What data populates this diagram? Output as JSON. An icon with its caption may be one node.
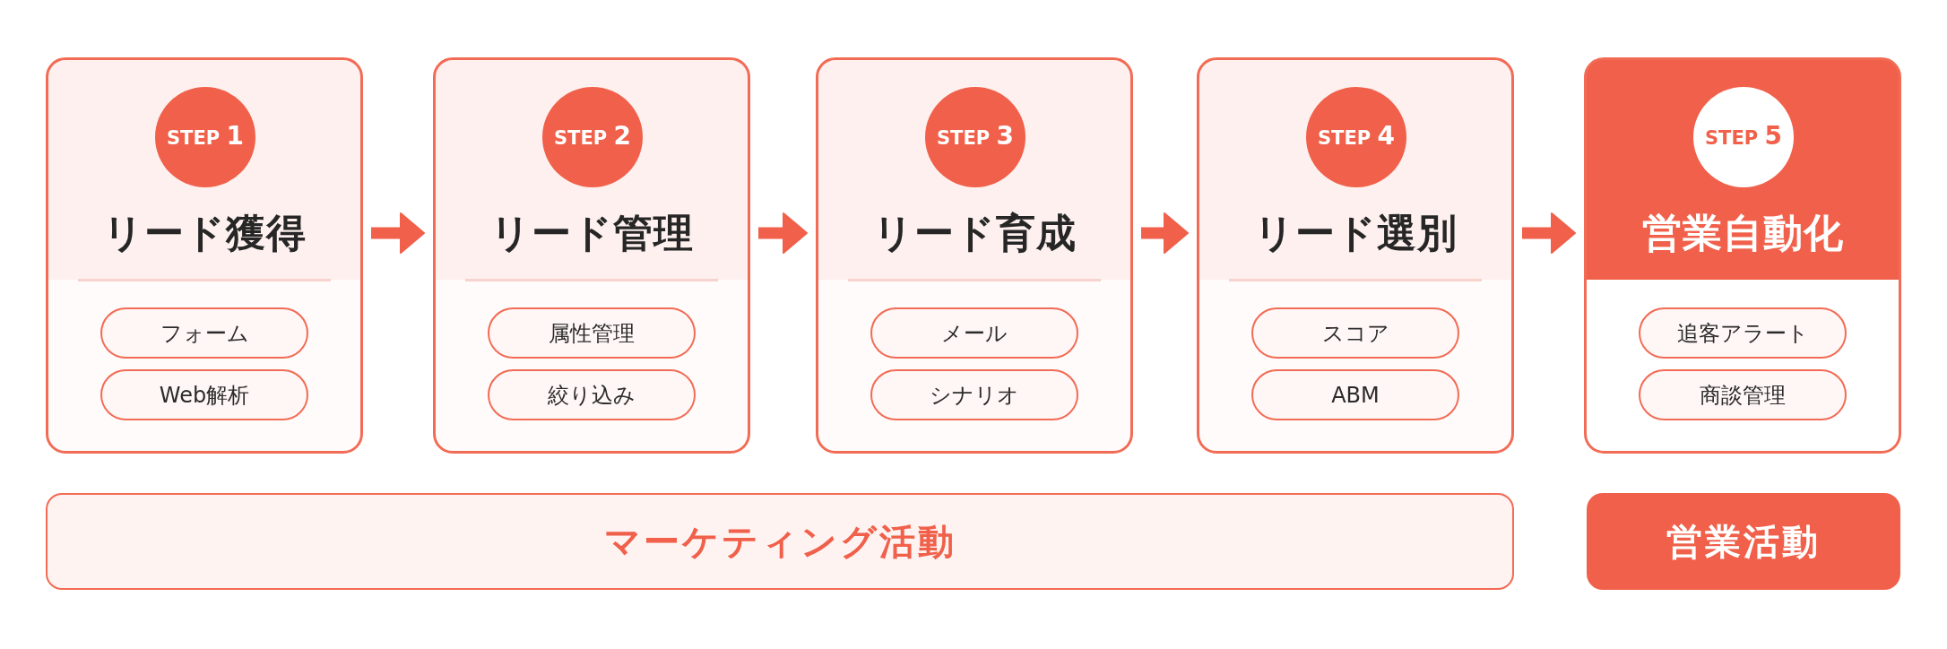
{
  "diagram": {
    "nodes": [
      {
        "text": [
          "リード獲得"
        ]
      },
      {
        "text": [
          "STEP 1"
        ],
        "in": 0
      },
      {
        "text": [
          "フォーム"
        ],
        "in": 0
      },
      {
        "text": [
          "Web解析"
        ],
        "in": 0
      },
      {
        "text": [
          "リード管理"
        ]
      },
      {
        "text": [
          "STEP 2"
        ],
        "in": 4
      },
      {
        "text": [
          "属性管理"
        ],
        "in": 4
      },
      {
        "text": [
          "絞り込み"
        ],
        "in": 4
      },
      {
        "text": [
          "リード育成"
        ]
      },
      {
        "text": [
          "STEP 3"
        ],
        "in": 8
      },
      {
        "text": [
          "メール"
        ],
        "in": 8
      },
      {
        "text": [
          "シナリオ"
        ],
        "in": 8
      },
      {
        "text": [
          "リード選別"
        ]
      },
      {
        "text": [
          "STEP 4"
        ],
        "in": 12
      },
      {
        "text": [
          "スコア"
        ],
        "in": 12
      },
      {
        "text": [
          "ABM"
        ],
        "in": 12
      },
      {
        "text": [
          "営業自動化"
        ]
      },
      {
        "text": [
          "STEP 5"
        ],
        "in": 16
      },
      {
        "text": [
          "追客アラート"
        ],
        "in": 16
      },
      {
        "text": [
          "商談管理"
        ],
        "in": 16
      },
      {
        "text": [
          "マーケティング活動"
        ]
      },
      {
        "text": [
          "営業活動"
        ]
      }
    ],
    "edges": [
      {
        "from": 0,
        "to": 4,
        "arrow": "to"
      },
      {
        "from": 4,
        "to": 8,
        "arrow": "to"
      },
      {
        "from": 8,
        "to": 12,
        "arrow": "to"
      },
      {
        "from": 12,
        "to": 16,
        "arrow": "to"
      }
    ]
  }
}
